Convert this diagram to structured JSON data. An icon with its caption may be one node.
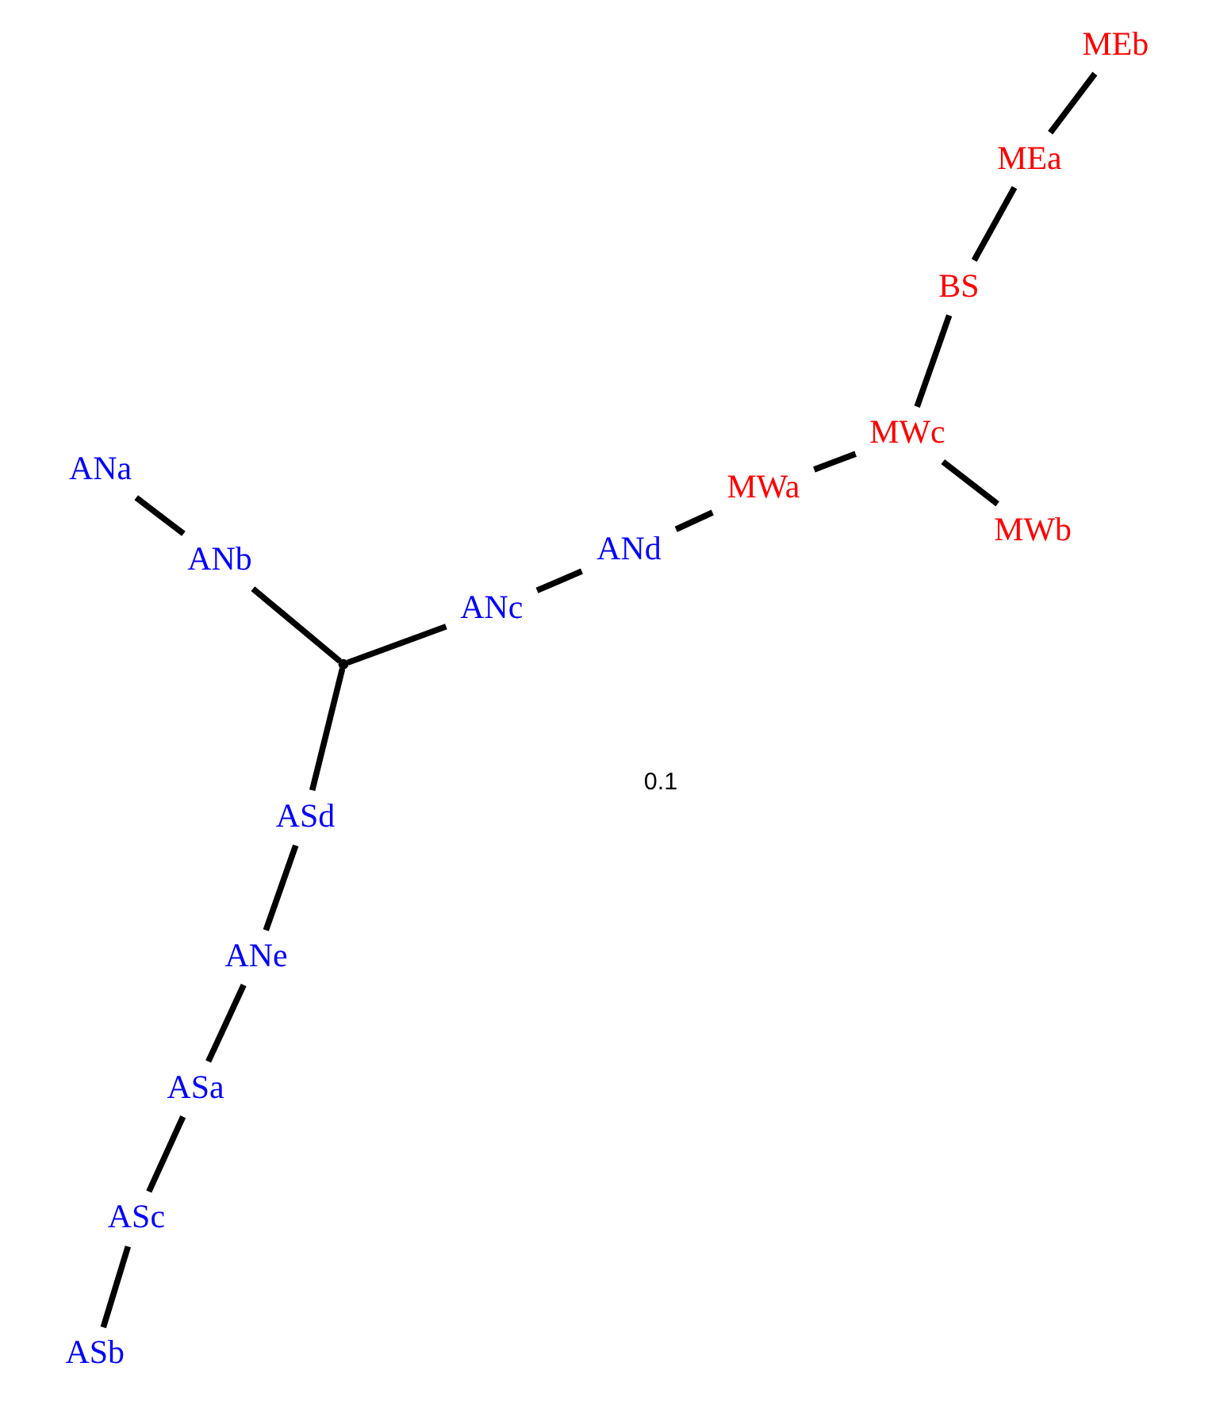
{
  "diagram": {
    "nodes": [
      {
        "text": [
          "ANa"
        ]
      },
      {
        "text": [
          "ANb"
        ]
      },
      {
        "text": [],
        "shape": "point"
      },
      {
        "text": [
          "ASd"
        ]
      },
      {
        "text": [
          "ANe"
        ]
      },
      {
        "text": [
          "ASa"
        ]
      },
      {
        "text": [
          "ASc"
        ]
      },
      {
        "text": [
          "ASb"
        ]
      },
      {
        "text": [
          "ANc"
        ]
      },
      {
        "text": [
          "ANd"
        ]
      },
      {
        "text": [
          "MWa"
        ]
      },
      {
        "text": [
          "MWc"
        ]
      },
      {
        "text": [
          "MWb"
        ]
      },
      {
        "text": [
          "BS"
        ]
      },
      {
        "text": [
          "MEa"
        ]
      },
      {
        "text": [
          "MEb"
        ]
      }
    ],
    "edges": [
      {
        "from": 0,
        "to": 1,
        "arrow": "none"
      },
      {
        "from": 1,
        "to": 2,
        "arrow": "none"
      },
      {
        "from": 2,
        "to": 3,
        "arrow": "none"
      },
      {
        "from": 3,
        "to": 4,
        "arrow": "none"
      },
      {
        "from": 4,
        "to": 5,
        "arrow": "none"
      },
      {
        "from": 5,
        "to": 6,
        "arrow": "none"
      },
      {
        "from": 6,
        "to": 7,
        "arrow": "none"
      },
      {
        "from": 2,
        "to": 8,
        "arrow": "none"
      },
      {
        "from": 8,
        "to": 9,
        "arrow": "none"
      },
      {
        "from": 9,
        "to": 10,
        "arrow": "none"
      },
      {
        "from": 10,
        "to": 11,
        "arrow": "none"
      },
      {
        "from": 11,
        "to": 12,
        "arrow": "none"
      },
      {
        "from": 11,
        "to": 13,
        "arrow": "none"
      },
      {
        "from": 13,
        "to": 14,
        "arrow": "none"
      },
      {
        "from": 14,
        "to": 15,
        "arrow": "none"
      }
    ],
    "labels": [
      "0.1"
    ]
  }
}
